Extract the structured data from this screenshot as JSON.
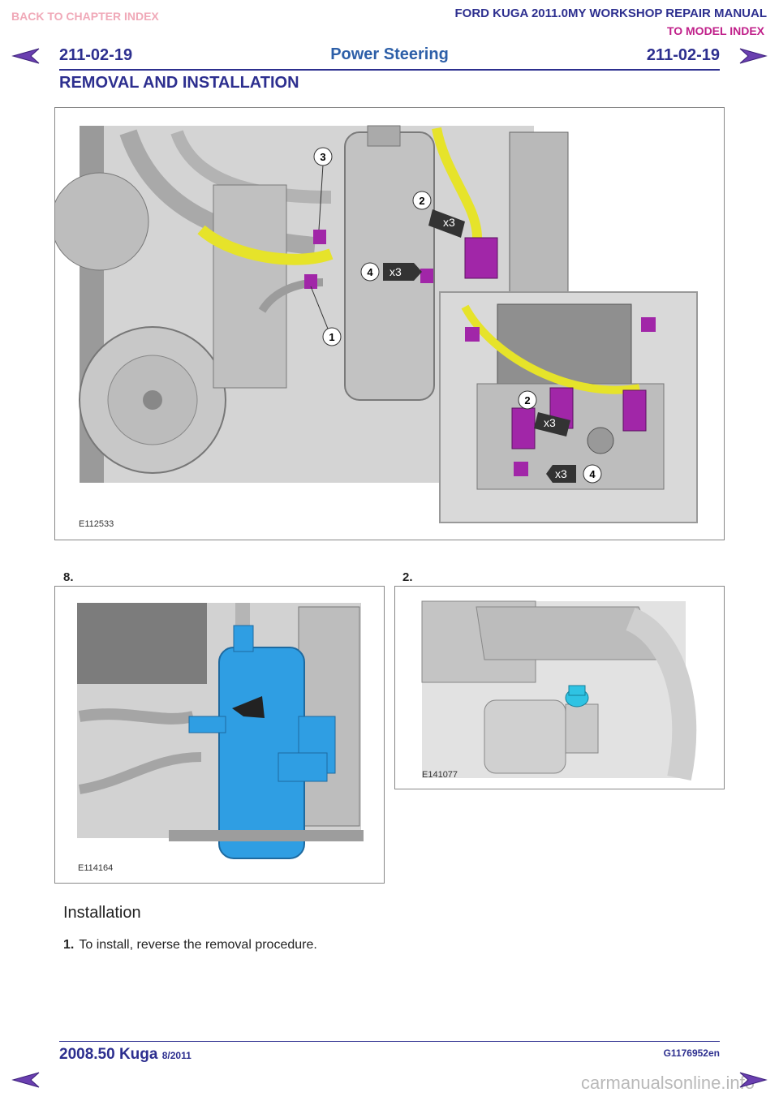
{
  "header": {
    "back_link": "BACK TO CHAPTER INDEX",
    "manual_title": "FORD KUGA 2011.0MY WORKSHOP REPAIR MANUAL",
    "model_link": "TO MODEL INDEX",
    "page_number": "211-02-19",
    "section": "Power Steering",
    "subheading": "REMOVAL AND INSTALLATION"
  },
  "figures": {
    "main": {
      "label": "E112533",
      "callouts": [
        "3",
        "2",
        "4",
        "1",
        "2",
        "4"
      ],
      "multipliers": [
        "x3",
        "x3",
        "x3",
        "x3"
      ]
    },
    "step8": {
      "step": "8.",
      "label": "E114164"
    },
    "step2": {
      "step": "2.",
      "label": "E141077"
    }
  },
  "installation": {
    "heading": "Installation",
    "step_number": "1.",
    "step_text": "To install, reverse the removal procedure."
  },
  "footer": {
    "model": "2008.50 Kuga",
    "date": "8/2011",
    "code": "G1176952en",
    "watermark": "carmanualsonline.info"
  },
  "colors": {
    "nav_blue": "#2d2f8f",
    "section_blue": "#2d5fa8",
    "link_pink": "#f0a9b8",
    "link_magenta": "#c0208a",
    "component_blue": "#2f9ee3",
    "hose_yellow": "#e6e32a",
    "connector_purple": "#a126a8"
  }
}
